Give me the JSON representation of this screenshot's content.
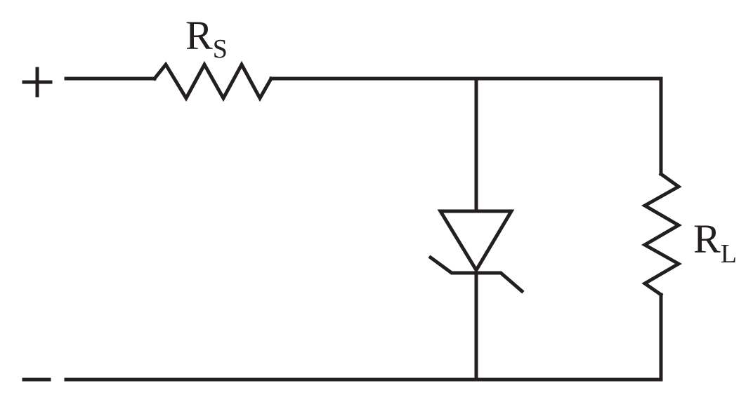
{
  "colors": {
    "stroke": "#231f20",
    "background": "#ffffff"
  },
  "terminals": {
    "positive": "+",
    "negative": "−"
  },
  "components": {
    "series_resistor": {
      "symbol": "R",
      "subscript": "S"
    },
    "load_resistor": {
      "symbol": "R",
      "subscript": "L"
    },
    "zener_diode": {
      "icon": "zener-diode-icon"
    }
  }
}
